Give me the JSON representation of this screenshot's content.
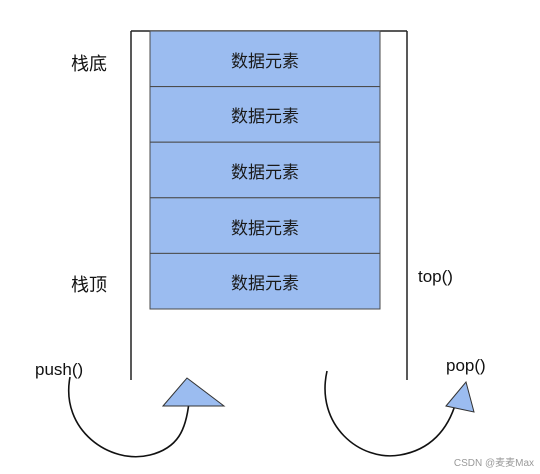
{
  "labels": {
    "bottom": "栈底",
    "top": "栈顶",
    "top_fn": "top()",
    "push_fn": "push()",
    "pop_fn": "pop()"
  },
  "elements": [
    "数据元素",
    "数据元素",
    "数据元素",
    "数据元素",
    "数据元素"
  ],
  "watermark": "CSDN @麦麦Max",
  "colors": {
    "cell_fill": "#9bbcf0",
    "cell_border": "#4a4a4a",
    "arrow_fill": "#9bbcf0",
    "line": "#222222"
  }
}
